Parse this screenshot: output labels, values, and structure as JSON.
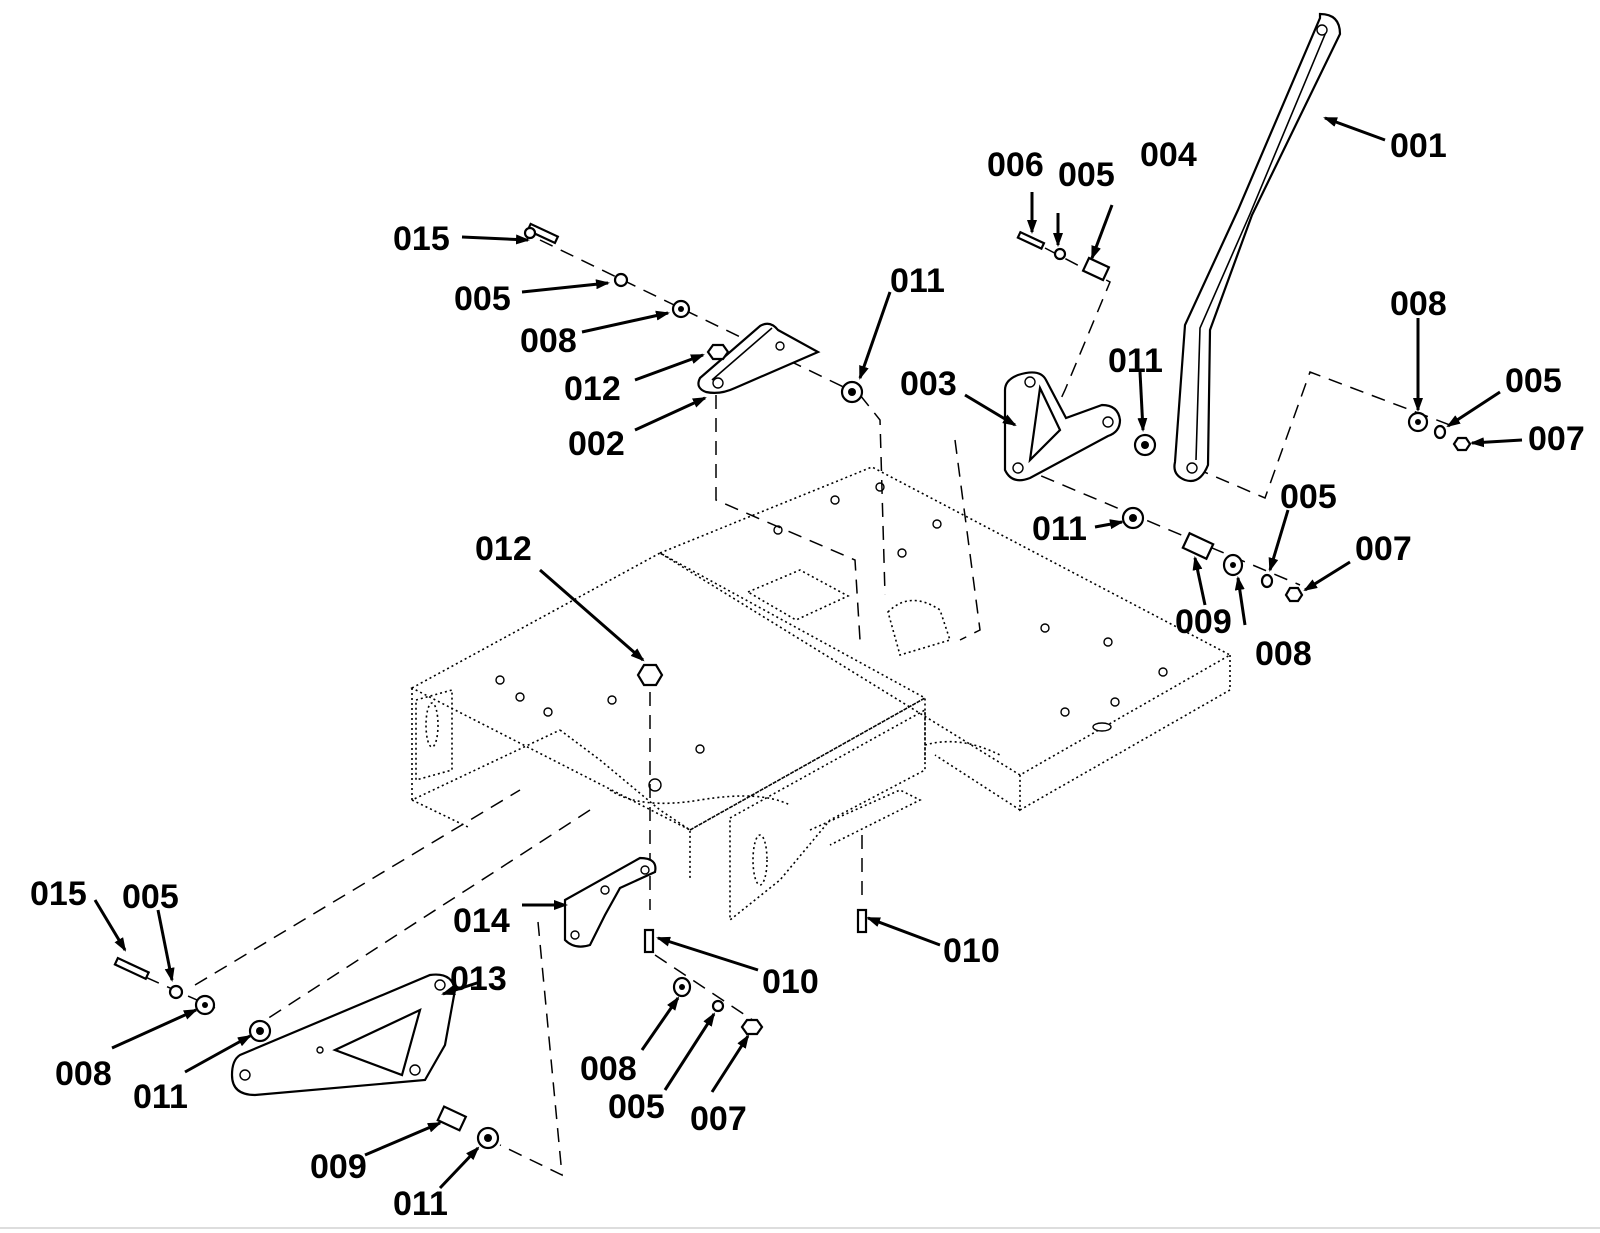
{
  "callouts": {
    "c001": "001",
    "c002": "002",
    "c003": "003",
    "c004": "004",
    "c005_top": "005",
    "c006": "006",
    "c015_top": "015",
    "c005_left_top": "005",
    "c008_left_top": "008",
    "c012_top": "012",
    "c011_top": "011",
    "c011_mid": "011",
    "c008_right": "008",
    "c005_right": "005",
    "c007_right": "007",
    "c011_lower_mid": "011",
    "c005_lower_right": "005",
    "c007_lower_right": "007",
    "c009_mid": "009",
    "c008_mid": "008",
    "c012_center": "012",
    "c015_bottom": "015",
    "c005_bottom_left": "005",
    "c014": "014",
    "c013": "013",
    "c010_center": "010",
    "c010_right": "010",
    "c008_bottom_left": "008",
    "c011_bottom_left": "011",
    "c008_bottom": "008",
    "c005_bottom": "005",
    "c007_bottom": "007",
    "c009_bottom": "009",
    "c011_bottom": "011"
  }
}
